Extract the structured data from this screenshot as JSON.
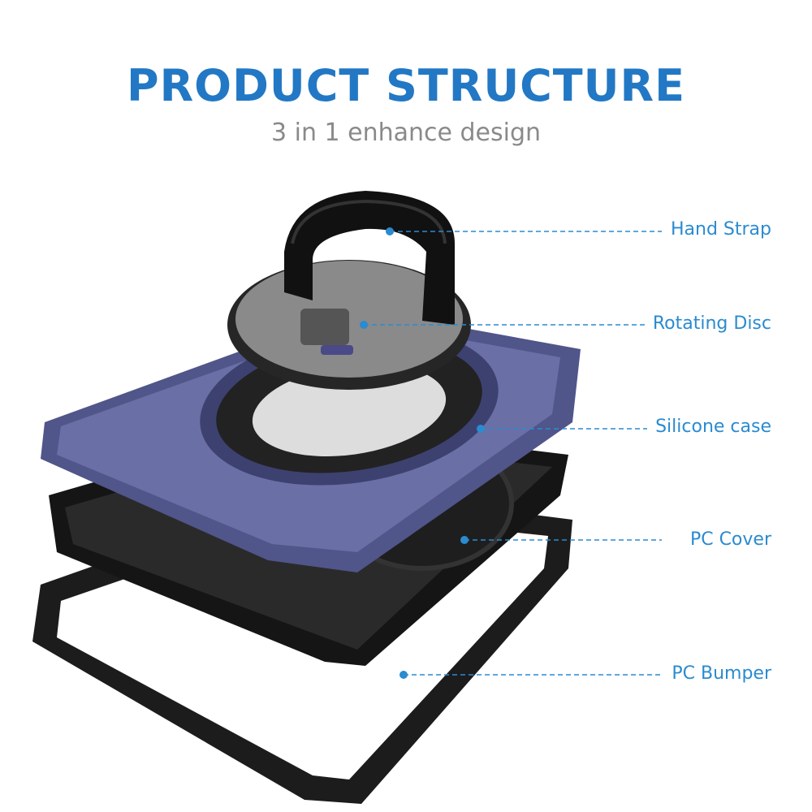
{
  "header": {
    "title": "PRODUCT STRUCTURE",
    "subtitle": "3 in 1 enhance design"
  },
  "callouts": [
    {
      "label": "Hand Strap"
    },
    {
      "label": "Rotating Disc"
    },
    {
      "label": "Silicone case"
    },
    {
      "label": "PC Cover"
    },
    {
      "label": "PC Bumper"
    }
  ],
  "colors": {
    "accent": "#2a8bd0",
    "title": "#2278c4",
    "case": "#5a5f94",
    "black": "#1a1a1a"
  }
}
